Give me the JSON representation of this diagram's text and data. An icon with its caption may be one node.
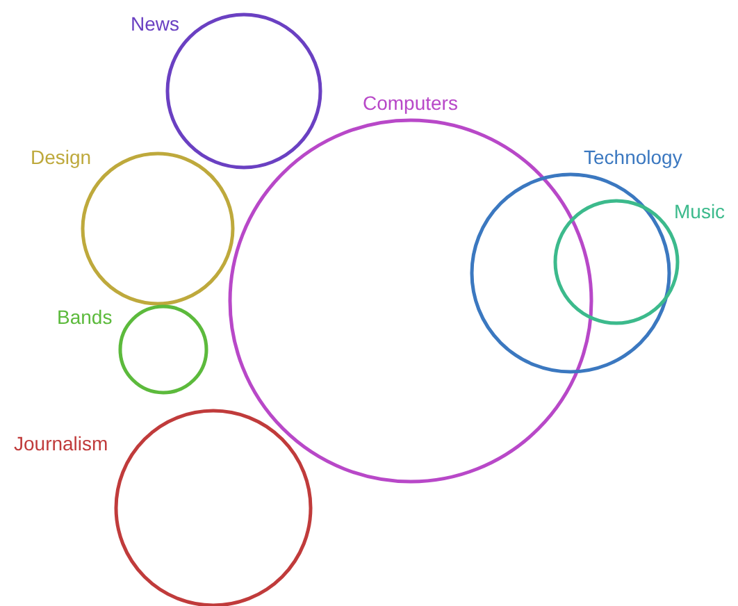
{
  "diagram": {
    "nodes": [
      {
        "text": [
          "News"
        ]
      },
      {
        "text": [
          "Computers"
        ]
      },
      {
        "text": [
          "Design"
        ]
      },
      {
        "text": [
          "Technology"
        ]
      },
      {
        "text": [
          "Music"
        ]
      },
      {
        "text": [
          "Bands"
        ]
      },
      {
        "text": [
          "Journalism"
        ]
      }
    ]
  }
}
